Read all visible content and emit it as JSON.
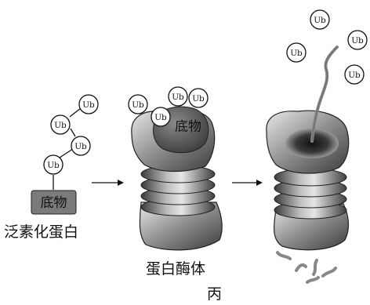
{
  "ubiquitin_label": "Ub",
  "substrate_label": "底物",
  "ubiquitinated_protein_label": "泛素化蛋白",
  "proteasome_label": "蛋白酶体",
  "panel_label": "丙",
  "colors": {
    "ink": "#111111",
    "substrate_box": "#7a7a7a",
    "substrate_blob": "#5a5a5a",
    "proteasome_dark": "#2f2f2f",
    "proteasome_light": "#d8d8d8",
    "peptide": "#888888"
  }
}
